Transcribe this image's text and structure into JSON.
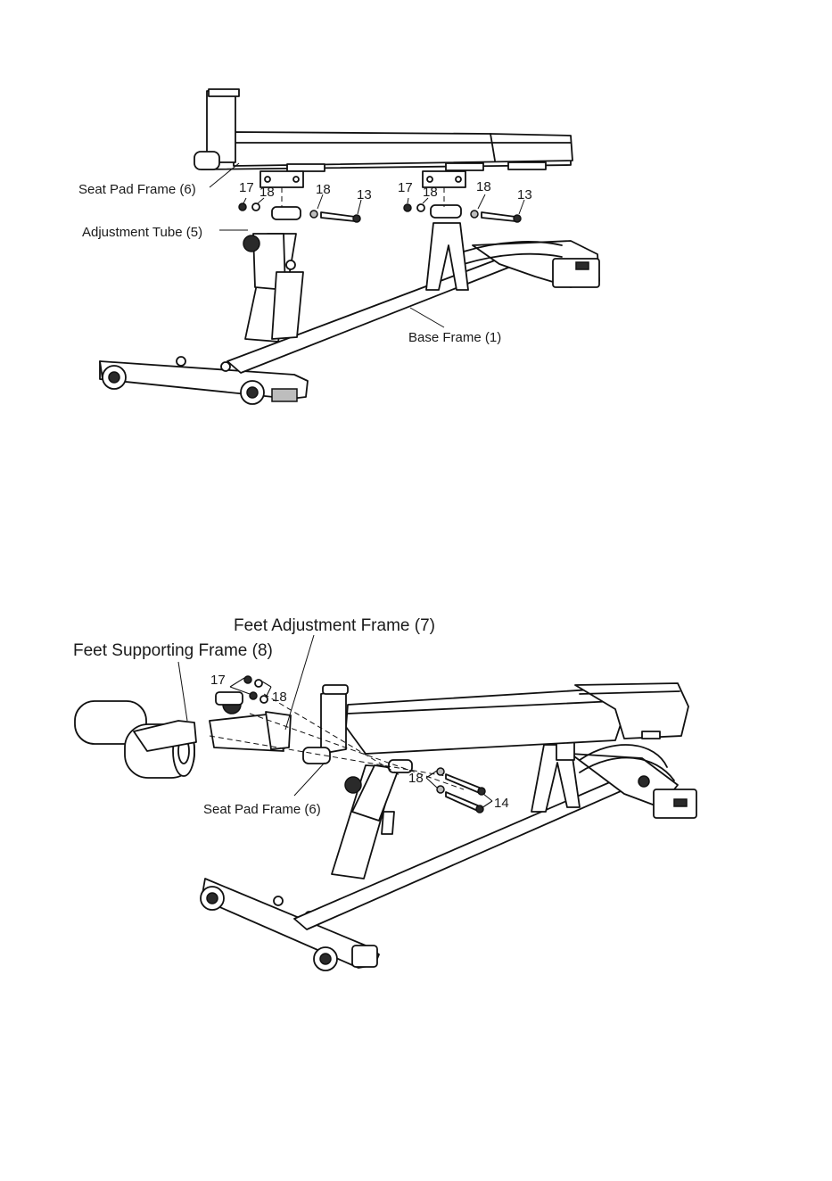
{
  "diagram_top": {
    "labels": {
      "seat_pad_frame": "Seat Pad Frame (6)",
      "adjustment_tube": "Adjustment Tube (5)",
      "base_frame": "Base Frame (1)"
    },
    "part_numbers": {
      "left_17": "17",
      "left_18a": "18",
      "left_18b": "18",
      "left_13": "13",
      "right_17": "17",
      "right_18a": "18",
      "right_18b": "18",
      "right_13": "13"
    }
  },
  "diagram_bottom": {
    "labels": {
      "feet_adjustment_frame": "Feet Adjustment Frame (7)",
      "feet_supporting_frame": "Feet Supporting Frame (8)",
      "seat_pad_frame": "Seat Pad Frame (6)"
    },
    "part_numbers": {
      "n17": "17",
      "n18a": "18",
      "n18b": "18",
      "n14": "14"
    }
  }
}
